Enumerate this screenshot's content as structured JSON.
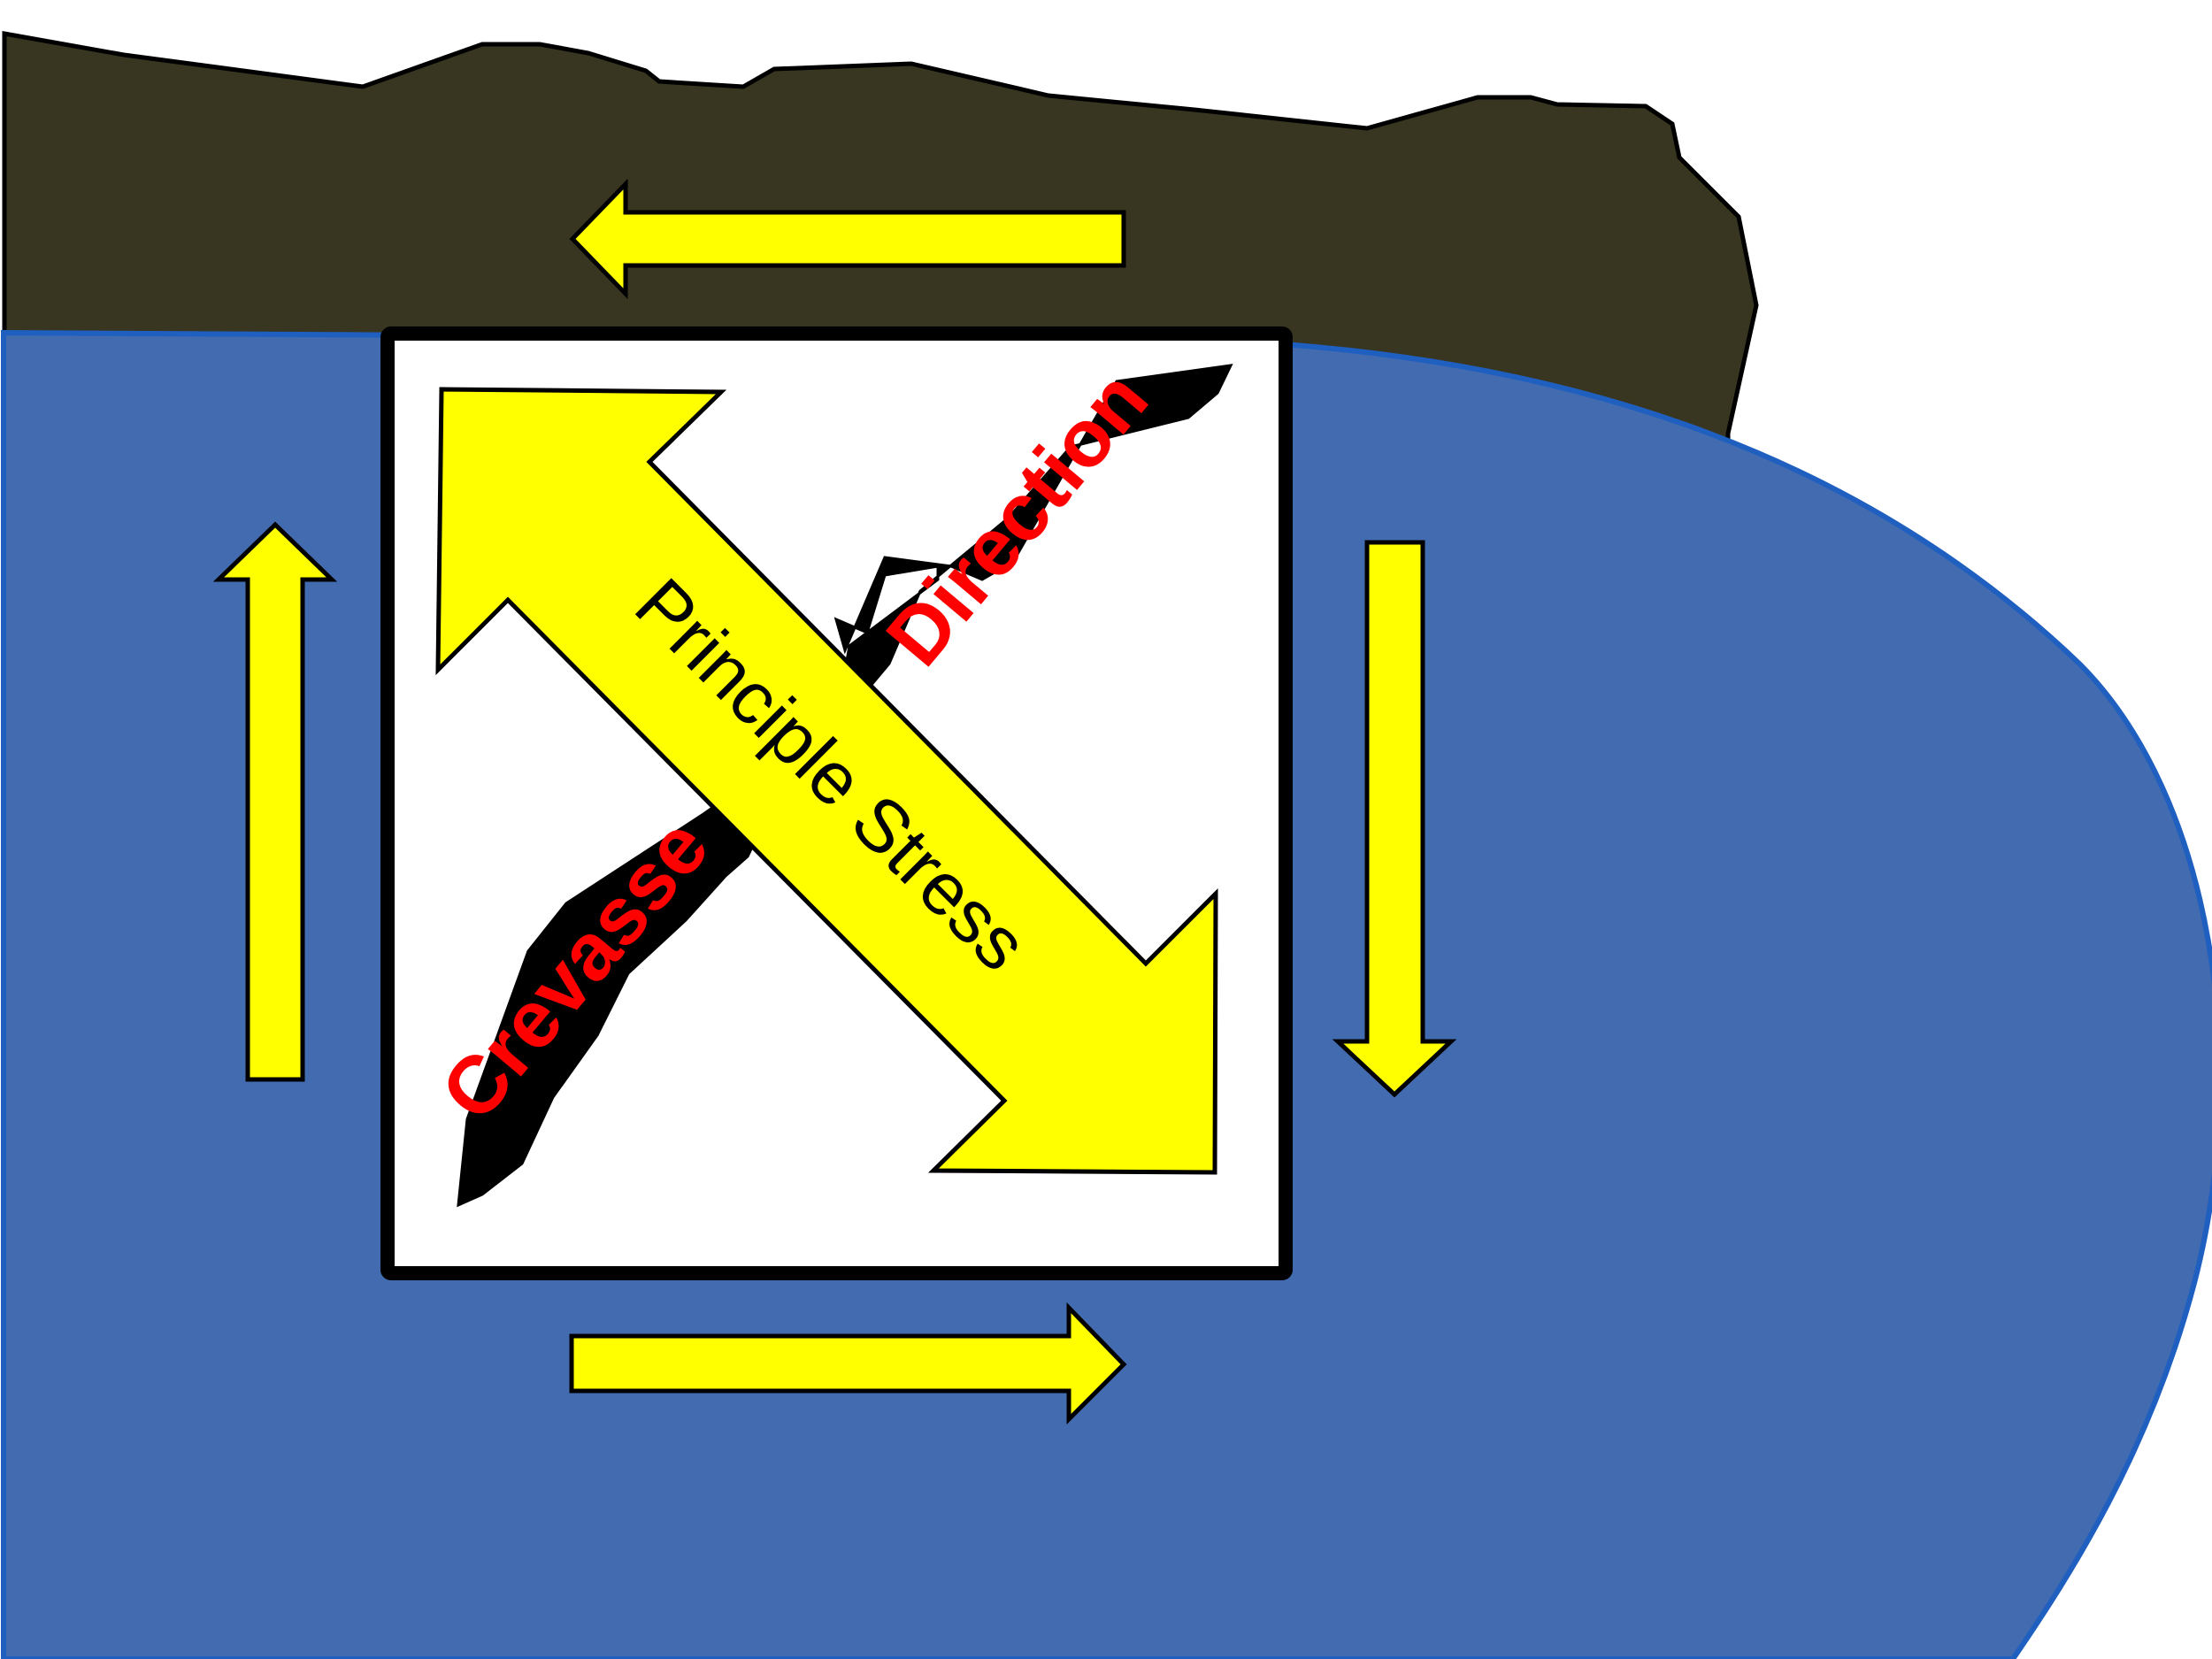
{
  "diagram": {
    "labels": {
      "principle_stress": "Principle Stress",
      "crevasse": "Crevasse",
      "direction": "Direction"
    },
    "colors": {
      "background": "#ffffff",
      "rock": "#383520",
      "water": "#426bb0",
      "water_edge": "#1f5fbf",
      "box_fill": "#ffffff",
      "box_border": "#000000",
      "arrow_fill": "#ffff00",
      "crevasse": "#000000",
      "label_red": "#ff0000"
    },
    "elements": {
      "shear_arrows": [
        "top-left",
        "right-down",
        "bottom-right",
        "left-up"
      ],
      "principal_arrow": "diagonal double-headed"
    }
  }
}
